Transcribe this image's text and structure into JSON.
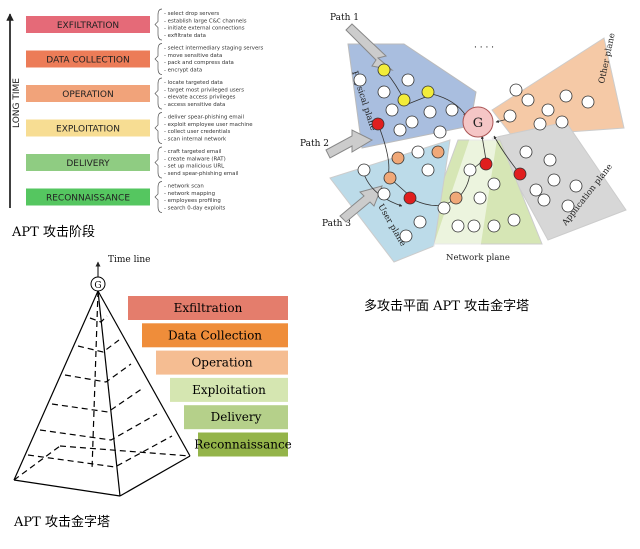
{
  "apt_stages": {
    "axis_label": "LONG TIME",
    "caption": "APT 攻击阶段",
    "stages": [
      {
        "label": "EXFILTRATION",
        "color": "#e56a78",
        "activities": [
          "- select drop servers",
          "- establish large C&C channels",
          "- initiate external connections",
          "- exfiltrate data"
        ]
      },
      {
        "label": "DATA COLLECTION",
        "color": "#ec7c58",
        "activities": [
          "- select intermediary staging servers",
          "- move sensitive data",
          "- pack and compress data",
          "- encrypt data"
        ]
      },
      {
        "label": "OPERATION",
        "color": "#f1a37a",
        "activities": [
          "- locate targeted data",
          "- target most privileged users",
          "- elevate access privileges",
          "- access sensitive data"
        ]
      },
      {
        "label": "EXPLOITATION",
        "color": "#f7dd93",
        "activities": [
          "- deliver spear-phishing email",
          "- exploit employee user machine",
          "- collect user credentials",
          "- scan internal network"
        ]
      },
      {
        "label": "DELIVERY",
        "color": "#8fcc82",
        "activities": [
          "- craft targeted email",
          "- create malware (RAT)",
          "- set up malicious URL",
          "- send spear-phishing email"
        ]
      },
      {
        "label": "RECONNAISSANCE",
        "color": "#55c660",
        "activities": [
          "- network scan",
          "- network mapping",
          "- employees profiling",
          "- search 0-day exploits"
        ]
      }
    ]
  },
  "multi_plane": {
    "caption": "多攻击平面 APT 攻击金字塔",
    "goal_label": "G",
    "planes": [
      {
        "label": "Physical plane",
        "color": "#a9bedf"
      },
      {
        "label": "Other plane",
        "color": "#f5c9a6"
      },
      {
        "label": "Application plane",
        "color": "#d7d7d7"
      },
      {
        "label": "Network plane",
        "color": "#d6e6b5"
      },
      {
        "label": "User plane",
        "color": "#bcdbe9"
      }
    ],
    "paths": [
      "Path 1",
      "Path 2",
      "Path 3"
    ],
    "ellipsis": "· · · ·"
  },
  "pyramid": {
    "timeline_label": "Time line",
    "goal_label": "G",
    "caption": "APT 攻击金字塔",
    "stages": [
      {
        "label": "Exfiltration",
        "color": "#e47d6c"
      },
      {
        "label": "Data Collection",
        "color": "#ef8d3a"
      },
      {
        "label": "Operation",
        "color": "#f5bd92"
      },
      {
        "label": "Exploitation",
        "color": "#d5e6b1"
      },
      {
        "label": "Delivery",
        "color": "#b5d08a"
      },
      {
        "label": "Reconnaissance",
        "color": "#94b44a"
      }
    ]
  }
}
